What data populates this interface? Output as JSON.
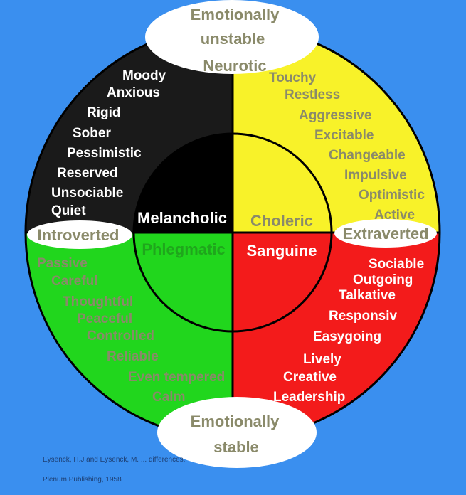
{
  "colors": {
    "background": "#3a8fef",
    "melancholic": "#1a1a1a",
    "choleric": "#f8f229",
    "phlegmatic": "#21d61d",
    "sanguine": "#f31b1b",
    "ring_line": "#000000",
    "grey_text": "#8a8a6a",
    "white_text": "#ffffff"
  },
  "axes": {
    "top": [
      "Emotionally",
      "unstable",
      "Neurotic"
    ],
    "bottom": [
      "Emotionally",
      "stable"
    ],
    "left": "Introverted",
    "right": "Extraverted"
  },
  "temperaments": {
    "melancholic": "Melancholic",
    "choleric": "Choleric",
    "phlegmatic": "Phlegmatic",
    "sanguine": "Sanguine"
  },
  "traits": {
    "melancholic": [
      "Moody",
      "Anxious",
      "Rigid",
      "Sober",
      "Pessimistic",
      "Reserved",
      "Unsociable",
      "Quiet"
    ],
    "choleric": [
      "Touchy",
      "Restless",
      "Aggressive",
      "Excitable",
      "Changeable",
      "Impulsive",
      "Optimistic",
      "Active"
    ],
    "phlegmatic": [
      "Passive",
      "Careful",
      "Thoughtful",
      "Peaceful",
      "Controlled",
      "Reliable",
      "Even tempered",
      "Calm"
    ],
    "sanguine": [
      "Sociable",
      "Outgoing",
      "Talkative",
      "Responsiv",
      "Easygoing",
      "Lively",
      "Creative",
      "Leadership"
    ]
  },
  "footer": {
    "line1": "Eysenck, H.J and Eysenck, M.        ... differences.",
    "line2": "Plenum Publishing, 1958"
  }
}
